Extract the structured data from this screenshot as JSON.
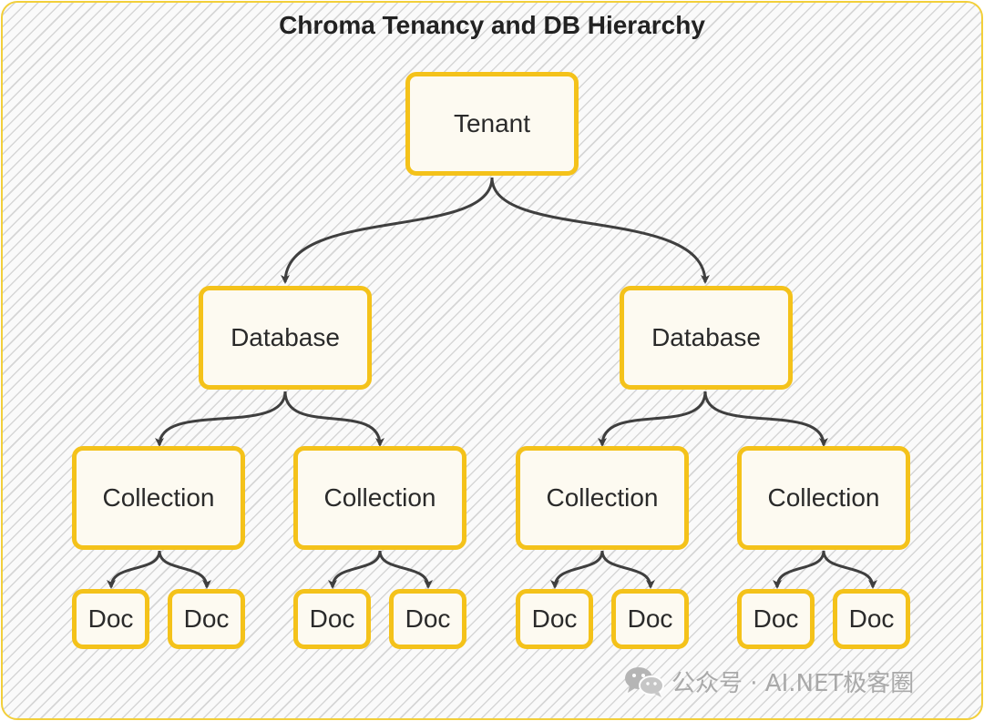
{
  "title": "Chroma Tenancy and DB Hierarchy",
  "nodes": {
    "tenant": "Tenant",
    "db1": "Database",
    "db2": "Database",
    "c1": "Collection",
    "c2": "Collection",
    "c3": "Collection",
    "c4": "Collection",
    "d1": "Doc",
    "d2": "Doc",
    "d3": "Doc",
    "d4": "Doc",
    "d5": "Doc",
    "d6": "Doc",
    "d7": "Doc",
    "d8": "Doc"
  },
  "watermark": {
    "text": "公众号 · AI.NET极客圈",
    "icon": "wechat-icon"
  },
  "colors": {
    "node_border": "#f4c21a",
    "node_fill": "#fdfaf1",
    "edge": "#3f3f3f",
    "frame_border": "#f2cf3a"
  }
}
